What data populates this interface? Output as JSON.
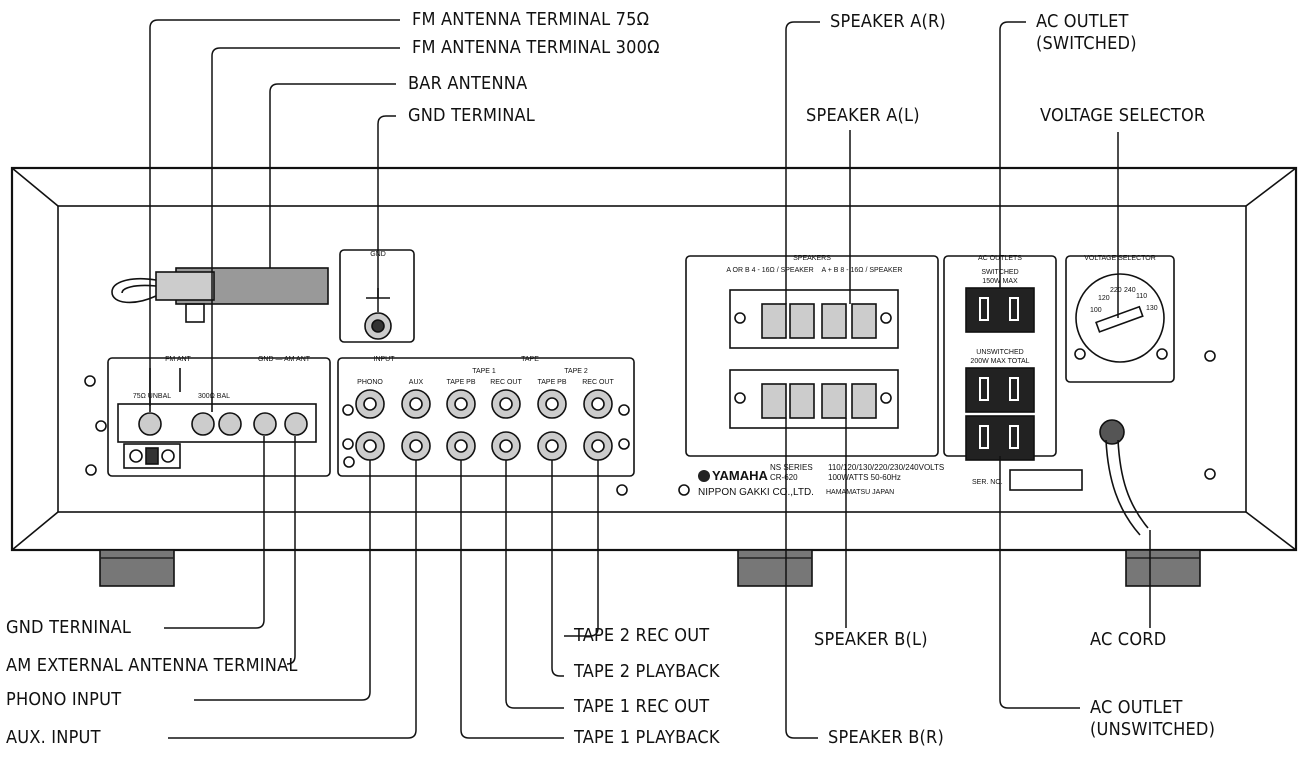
{
  "callouts": {
    "fm_75": "FM ANTENNA TERMINAL 75Ω",
    "fm_300": "FM ANTENNA TERMINAL 300Ω",
    "bar_antenna": "BAR ANTENNA",
    "gnd_terminal_top": "GND TERMINAL",
    "speaker_a_r": "SPEAKER A(R)",
    "speaker_a_l": "SPEAKER A(L)",
    "ac_outlet_sw_1": "AC OUTLET",
    "ac_outlet_sw_2": "(SWITCHED)",
    "voltage_selector": "VOLTAGE SELECTOR",
    "gnd_terninal_bottom": "GND TERNINAL",
    "am_external": "AM EXTERNAL ANTENNA TERMINAL",
    "phono_input": "PHONO INPUT",
    "aux_input": "AUX. INPUT",
    "tape2_rec_out": "TAPE 2 REC OUT",
    "tape2_playback": "TAPE 2 PLAYBACK",
    "tape1_rec_out": "TAPE 1 REC OUT",
    "tape1_playback": "TAPE 1 PLAYBACK",
    "speaker_b_l": "SPEAKER B(L)",
    "speaker_b_r": "SPEAKER B(R)",
    "ac_cord": "AC CORD",
    "ac_outlet_unsw_1": "AC OUTLET",
    "ac_outlet_unsw_2": "(UNSWITCHED)"
  },
  "panel": {
    "gnd": "GND",
    "fm_ant": "FM ANT",
    "gnd_am_ant": "GND — AM ANT",
    "ohm75_unbal": "75Ω UNBAL",
    "ohm300_bal": "300Ω BAL",
    "input": "INPUT",
    "tape": "TAPE",
    "tape1": "TAPE 1",
    "tape2": "TAPE 2",
    "jack_labels": [
      "PHONO",
      "AUX",
      "TAPE PB",
      "REC OUT",
      "TAPE PB",
      "REC OUT"
    ],
    "speakers": "SPEAKERS",
    "spk_a_or_b": "A OR B  4 - 16Ω / SPEAKER",
    "spk_a_plus_b": "A + B  8 - 16Ω / SPEAKER",
    "ac_outlets": "AC OUTLETS",
    "switched": "SWITCHED",
    "switched_max": "150W MAX",
    "unswitched": "UNSWITCHED",
    "unswitched_max": "200W MAX TOTAL",
    "voltage_selector": "VOLTAGE SELECTOR",
    "voltages": [
      "100",
      "120",
      "220",
      "240",
      "110",
      "130"
    ],
    "brand": "YAMAHA",
    "ns_series": "NS SERIES",
    "model": "CR-620",
    "volts": "110/120/130/220/230/240VOLTS",
    "watts": "100WATTS  50-60Hz",
    "maker": "NIPPON GAKKI CO.,LTD.",
    "city": "HAMAMATSU JAPAN",
    "ser_no": "SER. NO."
  }
}
